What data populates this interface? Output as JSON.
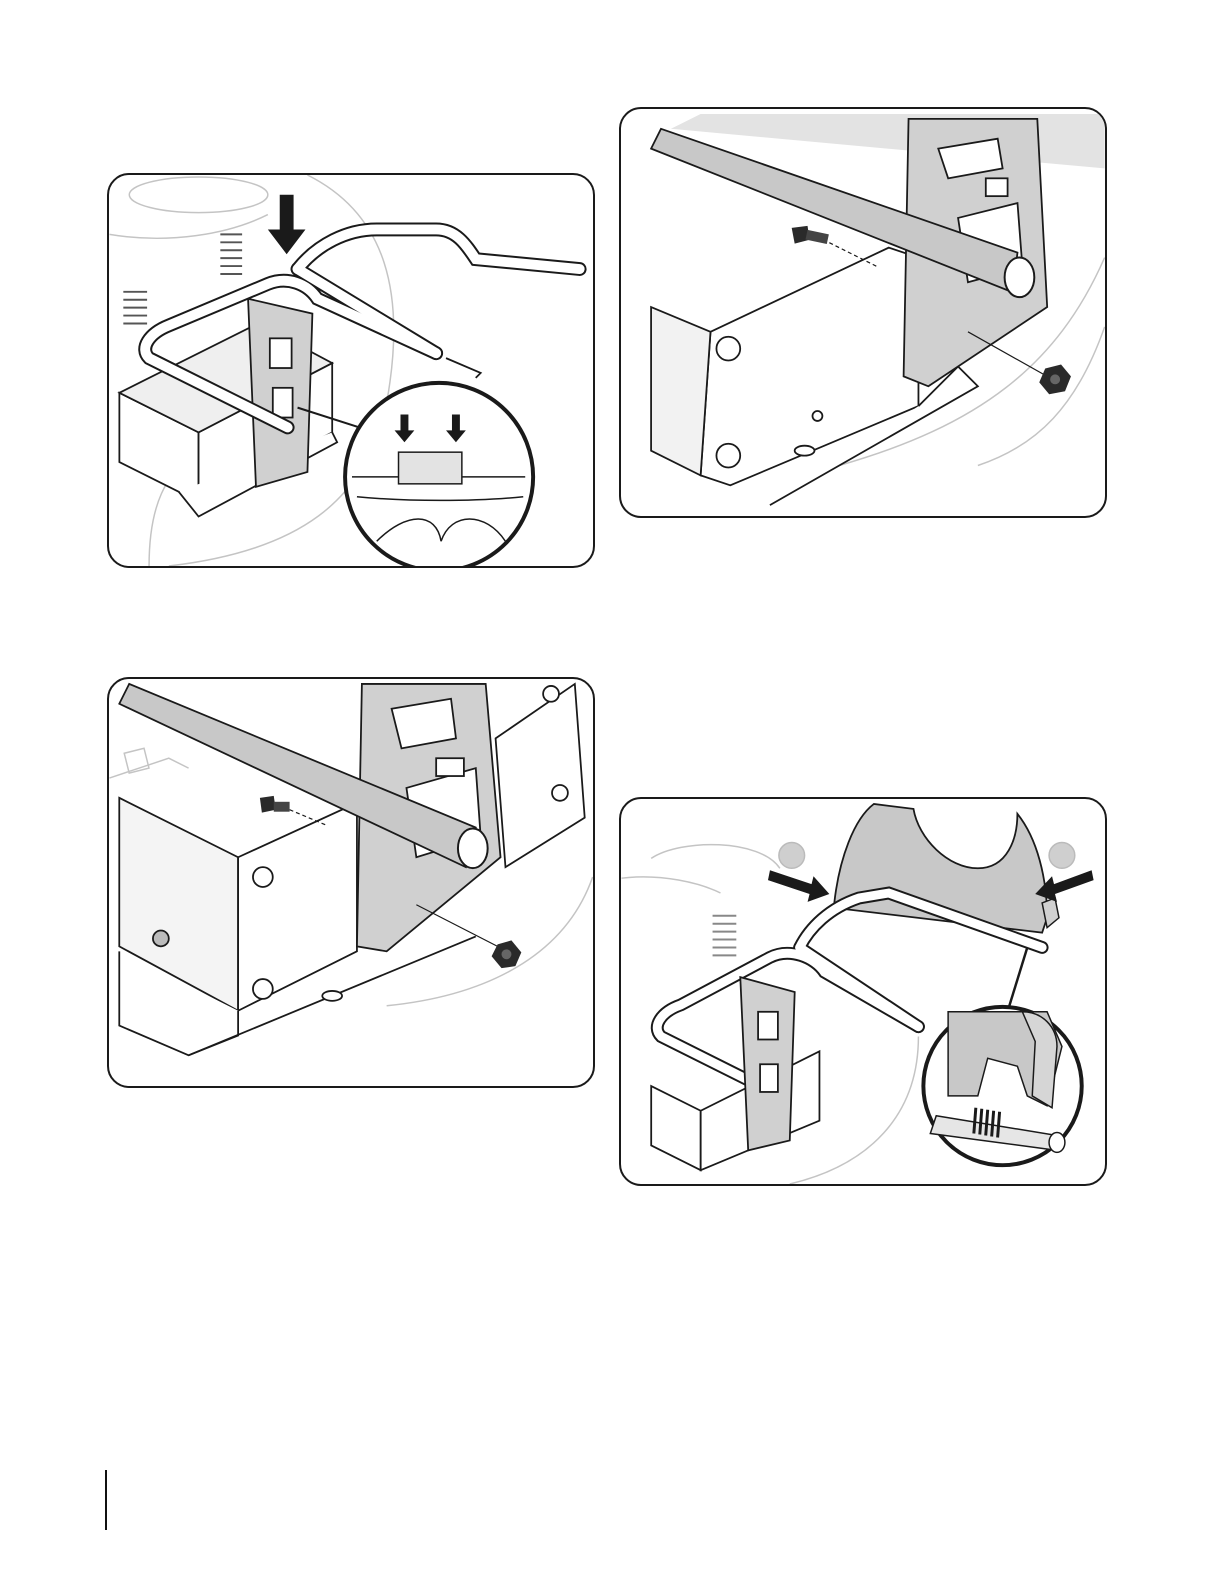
{
  "page": {
    "figures": [
      {
        "id": "fig1",
        "kind": "illustration",
        "subject": "handle-installation-with-detail-inset"
      },
      {
        "id": "fig2",
        "kind": "illustration",
        "subject": "bolt-and-nut-right-side"
      },
      {
        "id": "fig3",
        "kind": "illustration",
        "subject": "bolt-and-nut-left-side"
      },
      {
        "id": "fig4",
        "kind": "illustration",
        "subject": "bag-frame-attachment-with-detail-inset"
      }
    ],
    "colors": {
      "line": "#1a1a1a",
      "fill_gray": "#c8c8c8",
      "light_gray": "#e3e3e3",
      "ghost": "#bdbdbd"
    }
  }
}
